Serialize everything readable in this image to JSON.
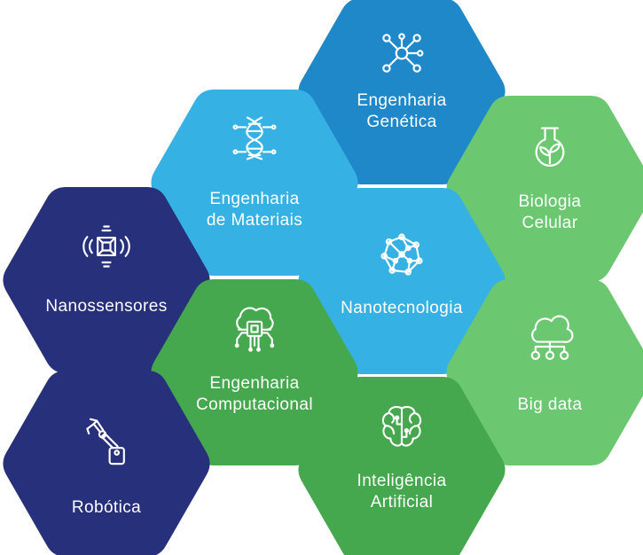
{
  "colors": {
    "navy": "#27307a",
    "blue_dark": "#1e88c8",
    "blue_light": "#36b1e3",
    "green_dark": "#45a84e",
    "green_light": "#6cc771",
    "text": "#ffffff"
  },
  "hexagons": [
    {
      "id": "engenharia-genetica",
      "lines": [
        "Engenharia",
        "Genética"
      ],
      "color": "#1e88c8",
      "icon": "molecule-icon"
    },
    {
      "id": "engenharia-materiais",
      "lines": [
        "Engenharia",
        "de Materiais"
      ],
      "color": "#36b1e3",
      "icon": "dna-icon"
    },
    {
      "id": "biologia-celular",
      "lines": [
        "Biologia",
        "Celular"
      ],
      "color": "#6cc771",
      "icon": "flask-plant-icon"
    },
    {
      "id": "nanossensores",
      "lines": [
        "Nanossensores"
      ],
      "color": "#27307a",
      "icon": "sensor-chip-icon"
    },
    {
      "id": "nanotecnologia",
      "lines": [
        "Nanotecnologia"
      ],
      "color": "#36b1e3",
      "icon": "network-sphere-icon"
    },
    {
      "id": "engenharia-computacional",
      "lines": [
        "Engenharia",
        "Computacional"
      ],
      "color": "#45a84e",
      "icon": "cloud-chip-icon"
    },
    {
      "id": "big-data",
      "lines": [
        "Big data"
      ],
      "color": "#6cc771",
      "icon": "cloud-network-icon"
    },
    {
      "id": "robotica",
      "lines": [
        "Robótica"
      ],
      "color": "#27307a",
      "icon": "robot-arm-icon"
    },
    {
      "id": "inteligencia-artificial",
      "lines": [
        "Inteligência",
        "Artificial"
      ],
      "color": "#45a84e",
      "icon": "brain-icon"
    }
  ]
}
